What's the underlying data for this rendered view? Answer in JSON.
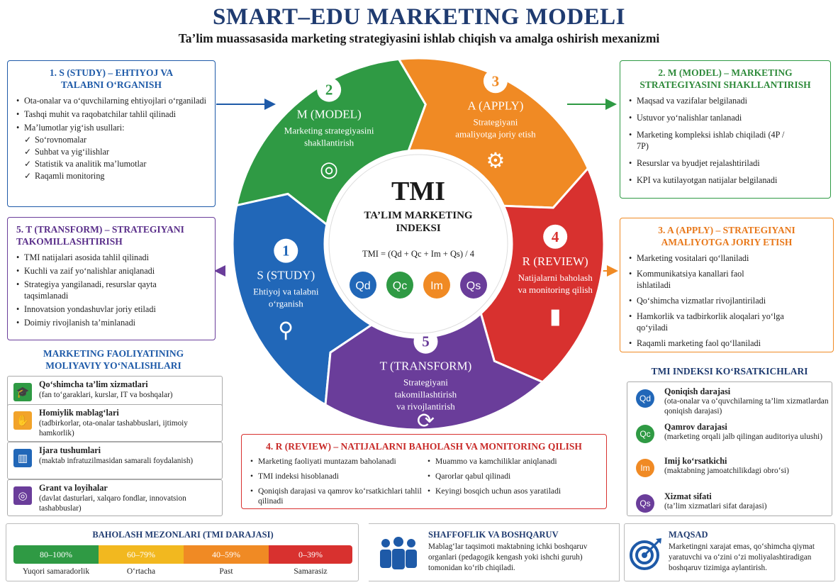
{
  "header": {
    "title": "SMART–EDU MARKETING MODELI",
    "subtitle": "Ta’lim muassasasida marketing strategiyasini ishlab chiqish va amalga oshirish mexanizmi"
  },
  "wheel": {
    "segments": [
      {
        "num": "1",
        "title": "S (STUDY)",
        "desc": [
          "Ehtiyoj va talabni",
          "o‘rganish"
        ],
        "color": "#2167b8",
        "icon": "magnifier-chart-icon"
      },
      {
        "num": "2",
        "title": "M (MODEL)",
        "desc": [
          "Marketing strategiyasini",
          "shakllantirish"
        ],
        "color": "#2f9a44",
        "icon": "target-icon"
      },
      {
        "num": "3",
        "title": "A (APPLY)",
        "desc": [
          "Strategiyani",
          "amaliyotga joriy etish"
        ],
        "color": "#f08a24",
        "icon": "gear-icon"
      },
      {
        "num": "4",
        "title": "R (REVIEW)",
        "desc": [
          "Natijalarni baholash",
          "va monitoring qilish"
        ],
        "color": "#d8312f",
        "icon": "bar-chart-icon"
      },
      {
        "num": "5",
        "title": "T (TRANSFORM)",
        "desc": [
          "Strategiyani",
          "takomillashtirish",
          "va rivojlantirish"
        ],
        "color": "#6a3d9a",
        "icon": "cycle-arrows-icon"
      }
    ],
    "center": {
      "title": "TMI",
      "subtitle": [
        "TA’LIM MARKETING",
        "INDEKSI"
      ],
      "formula": "TMI = (Qd + Qc + Im + Qs) / 4",
      "badges": [
        {
          "label": "Qd",
          "color": "#2167b8"
        },
        {
          "label": "Qc",
          "color": "#2f9a44"
        },
        {
          "label": "Im",
          "color": "#f08a24"
        },
        {
          "label": "Qs",
          "color": "#6a3d9a"
        }
      ]
    }
  },
  "box1": {
    "title": [
      "1. S (STUDY) – EHTIYOJ VA",
      "TALABNI O‘RGANISH"
    ],
    "items": [
      "Ota-onalar va o‘quvchilarning ehtiyojlari o‘rganiladi",
      "Tashqi muhit va raqobatchilar tahlil qilinadi",
      "Ma’lumotlar yig‘ish usullari:"
    ],
    "checks": [
      "So‘rovnomalar",
      "Suhbat va yig‘ilishlar",
      "Statistik va analitik ma’lumotlar",
      "Raqamli monitoring"
    ]
  },
  "box2": {
    "title": [
      "2. M (MODEL) – MARKETING",
      "STRATEGIYASINI SHAKLLANTIRISH"
    ],
    "items": [
      "Maqsad va vazifalar belgilanadi",
      "Ustuvor yo‘nalishlar tanlanadi",
      "Marketing kompleksi ishlab chiqiladi (4P / 7P)",
      "Resurslar va byudjet rejalashtiriladi",
      "KPI va kutilayotgan natijalar belgilanadi"
    ]
  },
  "box3": {
    "title": [
      "3. A (APPLY) – STRATEGIYANI",
      "AMALIYOTGA JORIY ETISH"
    ],
    "items": [
      "Marketing vositalari qo‘llaniladi",
      "Kommunikatsiya kanallari faol ishlatiladi",
      "Qo‘shimcha vizmatlar rivojlantiriladi",
      "Hamkorlik va tadbirkorlik aloqalari yo‘lga qo‘yiladi",
      "Raqamli marketing faol qo‘llaniladi"
    ]
  },
  "box5": {
    "title": [
      "5. T (TRANSFORM) – STRATEGIYANI",
      "TAKOMILLASHTIRISH"
    ],
    "items": [
      "TMI natijalari asosida tahlil qilinadi",
      "Kuchli va zaif yo‘nalishlar aniqlanadi",
      "Strategiya yangilanadi, resurslar qayta taqsimlanadi",
      "Innovatsion yondashuvlar joriy etiladi",
      "Doimiy rivojlanish ta’minlanadi"
    ]
  },
  "box4": {
    "title": "4. R (REVIEW) – NATIJALARNI BAHOLASH VA MONITORING QILISH",
    "col1": [
      "Marketing faoliyati muntazam baholanadi",
      "TMI indeksi hisoblanadi",
      "Qoniqish darajasi va qamrov ko‘rsatkichlari tahlil qilinadi"
    ],
    "col2": [
      "Muammo va kamchiliklar aniqlanadi",
      "Qarorlar qabul qilinadi",
      "Keyingi bosqich uchun asos yaratiladi"
    ]
  },
  "finance": {
    "title": [
      "MARKETING FAOLIYATINING",
      "MOLIYAVIY YO‘NALISHLARI"
    ],
    "items": [
      {
        "title": "Qo‘shimcha ta’lim xizmatlari",
        "desc": "(fan to‘garaklari, kurslar, IT va boshqalar)",
        "icon": "graduation-cap-icon",
        "color": "#2f9a44",
        "glyph": "🎓"
      },
      {
        "title": "Homiylik mablag‘lari",
        "desc": "(tadbirkorlar, ota-onalar tashabbuslari, ijtimoiy hamkorlik)",
        "icon": "handshake-icon",
        "color": "#f2a32a",
        "glyph": "✋"
      },
      {
        "title": "Ijara tushumlari",
        "desc": "(maktab infratuzilmasidan samarali foydalanish)",
        "icon": "building-icon",
        "color": "#2167b8",
        "glyph": "▥"
      },
      {
        "title": "Grant va loyihalar",
        "desc": "(davlat dasturlari, xalqaro fondlar, innovatsion tashabbuslar)",
        "icon": "globe-icon",
        "color": "#6a3d9a",
        "glyph": "◎"
      }
    ]
  },
  "indicators": {
    "title": "TMI INDEKSI KO‘RSATKICHLARI",
    "items": [
      {
        "code": "Qd",
        "color": "#2167b8",
        "title": "Qoniqish darajasi",
        "desc": "(ota-onalar va o‘quvchilarning ta’lim xizmatlardan qoniqish darajasi)"
      },
      {
        "code": "Qc",
        "color": "#2f9a44",
        "title": "Qamrov darajasi",
        "desc": "(marketing orqali jalb qilingan auditoriya ulushi)"
      },
      {
        "code": "Im",
        "color": "#f08a24",
        "title": "Imij ko‘rsatkichi",
        "desc": "(maktabning jamoatchilikdagi obro‘si)"
      },
      {
        "code": "Qs",
        "color": "#6a3d9a",
        "title": "Xizmat sifati",
        "desc": "(ta’lim xizmatlari sifat darajasi)"
      }
    ]
  },
  "baholash": {
    "title": "BAHOLASH MEZONLARI (TMI DARAJASI)",
    "levels": [
      {
        "range": "80–100%",
        "label": "Yuqori samaradorlik",
        "color": "#2f9a44"
      },
      {
        "range": "60–79%",
        "label": "O‘rtacha",
        "color": "#f2b81f"
      },
      {
        "range": "40–59%",
        "label": "Past",
        "color": "#f08a24"
      },
      {
        "range": "0–39%",
        "label": "Samarasiz",
        "color": "#d8312f"
      }
    ]
  },
  "shaffoflik": {
    "title": "SHAFFOFLIK VA BOSHQARUV",
    "text": [
      "Mablag‘lar taqsimoti maktabning ichki boshqaruv",
      "organlari (pedagogik kengash yoki ishchi guruh)",
      "tomonidan ko‘rib chiqiladi."
    ]
  },
  "maqsad": {
    "title": "MAQSAD",
    "text": [
      "Marketingni xarajat emas, qo‘shimcha qiymat",
      "yaratuvchi va o‘zini o‘zi moliyalashtiradigan",
      "boshqaruv tizimiga aylantirish."
    ]
  }
}
